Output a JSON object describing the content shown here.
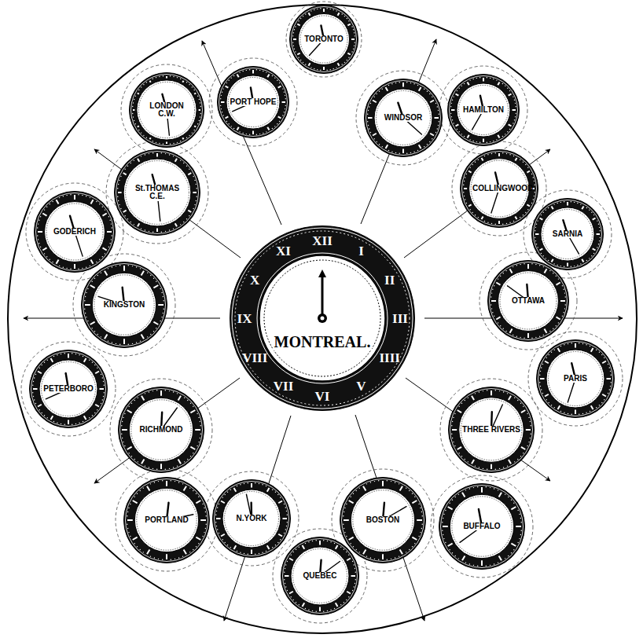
{
  "diagram": {
    "nodes": [
      {
        "text": [
          "TORONTO"
        ]
      },
      {
        "text": [
          "LONDON C.W."
        ]
      },
      {
        "text": [
          "PORT HOPE"
        ]
      },
      {
        "text": [
          "WINDSOR"
        ]
      },
      {
        "text": [
          "HAMILTON"
        ]
      },
      {
        "text": [
          "St.THOMAS C.E."
        ]
      },
      {
        "text": [
          "COLLINGWOOD"
        ]
      },
      {
        "text": [
          "GODERICH"
        ]
      },
      {
        "text": [
          "SARNIA"
        ]
      },
      {
        "text": [
          "KINGSTON"
        ]
      },
      {
        "text": [
          "OTTAWA"
        ]
      },
      {
        "text": [
          "MONTREAL."
        ]
      },
      {
        "text": [
          "PARIS"
        ]
      },
      {
        "text": [
          "PETERBORO"
        ]
      },
      {
        "text": [
          "RICHMOND"
        ]
      },
      {
        "text": [
          "THREE RIVERS"
        ]
      },
      {
        "text": [
          "PORTLAND"
        ]
      },
      {
        "text": [
          "N.YORK"
        ]
      },
      {
        "text": [
          "BOSTON"
        ]
      },
      {
        "text": [
          "BUFFALO"
        ]
      },
      {
        "text": [
          "QUEBEC"
        ]
      }
    ],
    "labels": [
      "XII",
      "I",
      "II",
      "III",
      "IIII",
      "V",
      "VI",
      "VII",
      "VIII",
      "IX",
      "X",
      "XI"
    ]
  }
}
